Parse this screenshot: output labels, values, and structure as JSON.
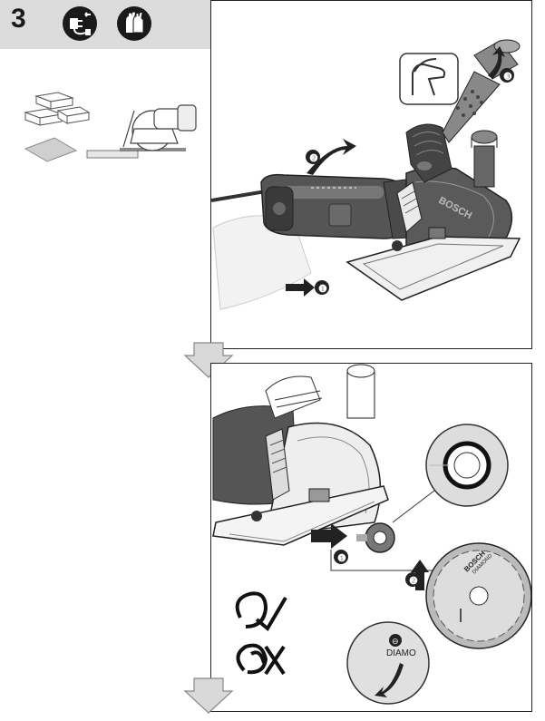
{
  "step": {
    "number": "3"
  },
  "header_icons": [
    "unplug-icon",
    "gloves-icon"
  ],
  "callouts": [
    "❶",
    "❷",
    "❸"
  ],
  "labels": {
    "guard_brand": "BOSCH",
    "blade_brand": "BOSCH",
    "blade_text": "DIAMOND",
    "zoom_text": "DIAMO"
  },
  "arrows": [
    "down-arrow-1",
    "down-arrow-2"
  ]
}
